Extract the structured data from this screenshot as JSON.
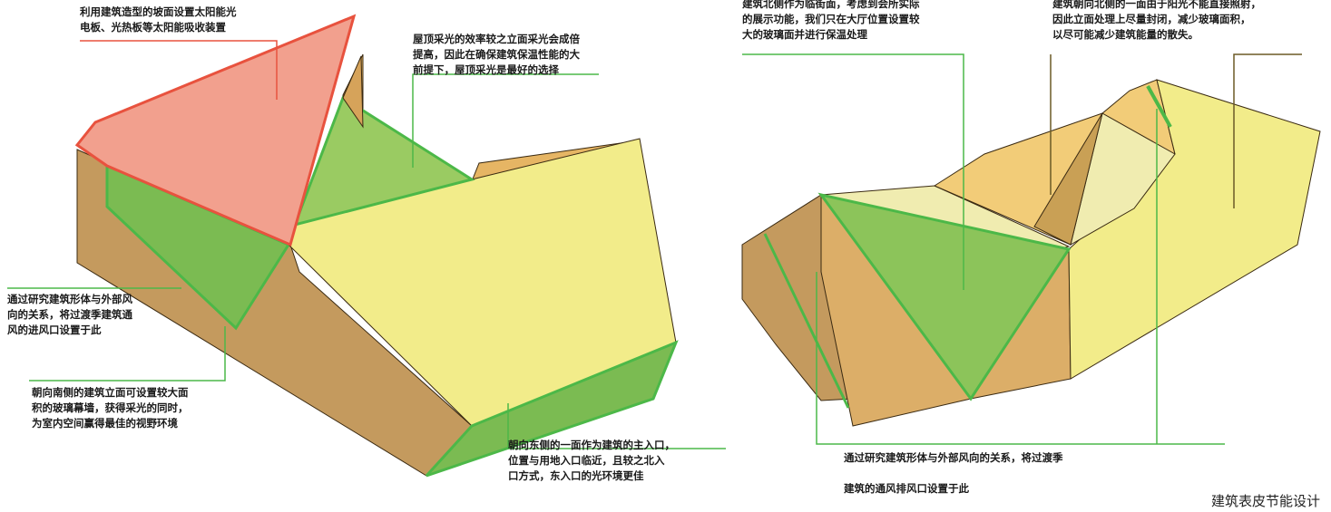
{
  "left_diagram": {
    "notes": [
      {
        "id": "solar",
        "text": "利用建筑造型的坡面设置太阳能光\n电板、光热板等太阳能吸收装置"
      },
      {
        "id": "roof_light",
        "text": "屋顶采光的效率较之立面采光会成倍\n提高，因此在确保建筑保温性能的大\n前提下，屋顶采光是最好的选择"
      },
      {
        "id": "ventilation_in",
        "text": "通过研究建筑形体与外部风\n向的关系，将过渡季建筑通\n风的进风口设置于此"
      },
      {
        "id": "south_facade",
        "text": "朝向南侧的建筑立面可设置较大面\n积的玻璃幕墙，获得采光的同时，\n为室内空间赢得最佳的视野环境"
      },
      {
        "id": "east_entrance",
        "text": "朝向东侧的一面作为建筑的主入口，\n位置与用地入口临近，且较之北入\n口方式，东入口的光环境更佳"
      }
    ]
  },
  "right_diagram": {
    "notes": [
      {
        "id": "north_street",
        "text": "建筑北侧作为临街面，考虑到会所实际\n的展示功能，我们只在大厅位置设置较\n大的玻璃面并进行保温处理"
      },
      {
        "id": "north_sealed",
        "text": "建筑朝向北侧的一面由于阳光不能直接照射，\n因此立面处理上尽量封闭，减少玻璃面积，\n以尽可能减少建筑能量的散失。"
      },
      {
        "id": "ventilation_out",
        "text": "通过研究建筑形体与外部风向的关系，将过渡季\n\n建筑的通风排风口设置于此"
      }
    ]
  },
  "caption": "建筑表皮节能设计",
  "colors": {
    "brown": "#c49a5e",
    "tan": "#dcae68",
    "orange": "#f2cc78",
    "yellow": "#f2ec8a",
    "pale_yellow": "#f0ecb0",
    "green": "#9acb62",
    "green_line": "#4cb848",
    "red": "#f2a08e",
    "red_line": "#e8523e",
    "olive_line": "#6b5a26"
  }
}
